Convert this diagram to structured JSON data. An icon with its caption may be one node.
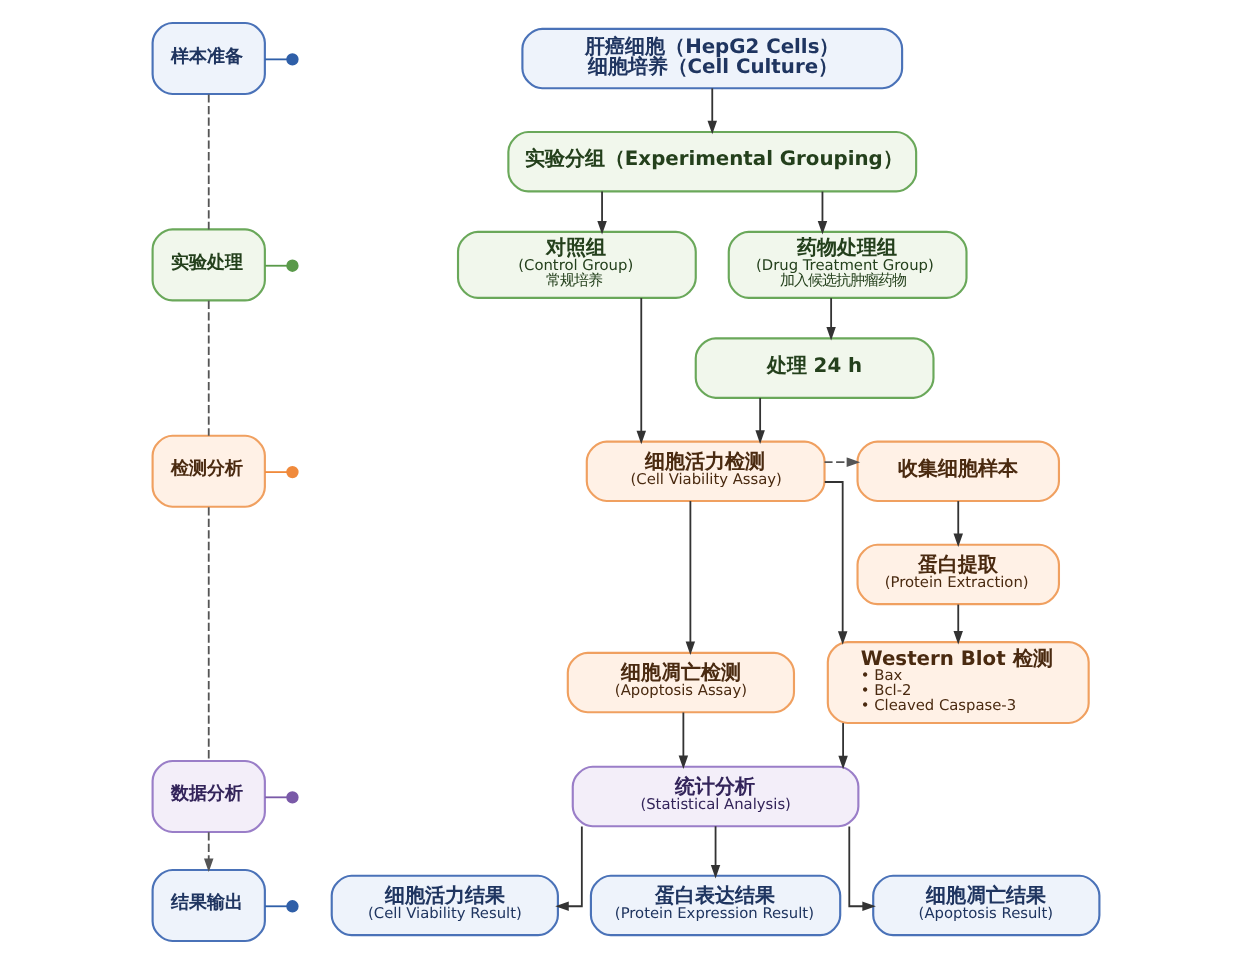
{
  "diagram": {
    "nodes": [
      {
        "text": [
          "样本准备"
        ]
      },
      {
        "text": [
          "实验处理"
        ]
      },
      {
        "text": [
          "检测分析"
        ]
      },
      {
        "text": [
          "数据分析"
        ]
      },
      {
        "text": [
          "结果输出"
        ]
      },
      {
        "text": [
          "肝癌细胞（HepG2 Cells）",
          "细胞培养（Cell Culture）"
        ]
      },
      {
        "text": [
          "实验分组（Experimental Grouping）"
        ]
      },
      {
        "text": [
          "对照组",
          "(Control Group)",
          "常规培养"
        ]
      },
      {
        "text": [
          "药物处理组",
          "(Drug Treatment Group)",
          "加入候选抗肿瘤药物"
        ]
      },
      {
        "text": [
          "处理 24 h"
        ]
      },
      {
        "text": [
          "细胞活力检测",
          "(Cell Viability Assay)"
        ]
      },
      {
        "text": [
          "收集细胞样本"
        ]
      },
      {
        "text": [
          "蛋白提取",
          "(Protein Extraction)"
        ]
      },
      {
        "text": [
          "细胞凋亡检测",
          "(Apoptosis Assay)"
        ]
      },
      {
        "text": [
          "Western Blot 检测",
          "• Bax",
          "• Bcl-2",
          "• Cleaved Caspase-3"
        ]
      },
      {
        "text": [
          "统计分析",
          "(Statistical Analysis)"
        ]
      },
      {
        "text": [
          "细胞活力结果",
          "(Cell Viability Result)"
        ]
      },
      {
        "text": [
          "蛋白表达结果",
          "(Protein Expression Result)"
        ]
      },
      {
        "text": [
          "细胞凋亡结果",
          "(Apoptosis Result)"
        ]
      }
    ],
    "edges": [
      {
        "from": 0,
        "to": 1,
        "arrow": "none",
        "style": "dashed"
      },
      {
        "from": 1,
        "to": 2,
        "arrow": "none",
        "style": "dashed"
      },
      {
        "from": 2,
        "to": 3,
        "arrow": "none",
        "style": "dashed"
      },
      {
        "from": 3,
        "to": 4,
        "arrow": "to",
        "style": "dashed"
      },
      {
        "from": 0,
        "to": null,
        "arrow": "other",
        "color": "#2f5fa8"
      },
      {
        "from": 1,
        "to": null,
        "arrow": "other",
        "color": "#5a9a4a"
      },
      {
        "from": 2,
        "to": null,
        "arrow": "other",
        "color": "#f08a3c"
      },
      {
        "from": 3,
        "to": null,
        "arrow": "other",
        "color": "#7a5aa8"
      },
      {
        "from": 4,
        "to": null,
        "arrow": "other",
        "color": "#2f5fa8"
      },
      {
        "from": 5,
        "to": 6,
        "arrow": "to"
      },
      {
        "from": 6,
        "to": 7,
        "arrow": "to"
      },
      {
        "from": 6,
        "to": 8,
        "arrow": "to"
      },
      {
        "from": 8,
        "to": 9,
        "arrow": "to"
      },
      {
        "from": 7,
        "to": 10,
        "arrow": "to"
      },
      {
        "from": 9,
        "to": 10,
        "arrow": "to"
      },
      {
        "from": 10,
        "to": 11,
        "arrow": "to",
        "style": "dashed"
      },
      {
        "from": 11,
        "to": 12,
        "arrow": "to"
      },
      {
        "from": 12,
        "to": 14,
        "arrow": "to"
      },
      {
        "from": 10,
        "to": 13,
        "arrow": "to"
      },
      {
        "from": 10,
        "to": 14,
        "arrow": "to"
      },
      {
        "from": 13,
        "to": 15,
        "arrow": "to"
      },
      {
        "from": 14,
        "to": 15,
        "arrow": "to"
      },
      {
        "from": 15,
        "to": 16,
        "arrow": "to"
      },
      {
        "from": 15,
        "to": 17,
        "arrow": "to"
      },
      {
        "from": 15,
        "to": 18,
        "arrow": "to"
      }
    ]
  }
}
